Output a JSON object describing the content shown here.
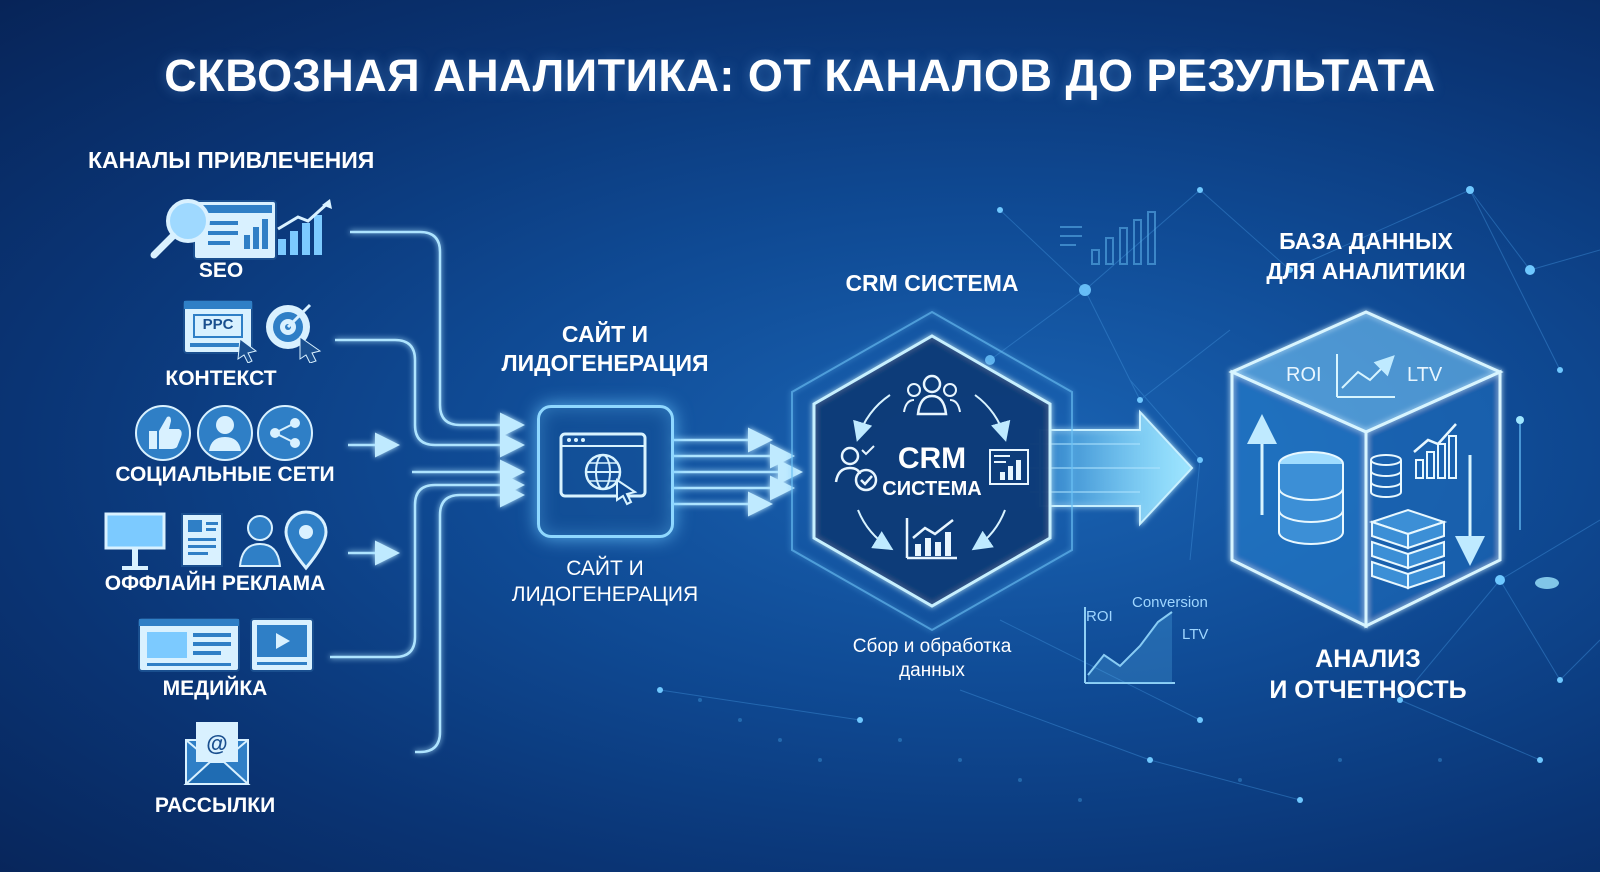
{
  "title": "СКВОЗНАЯ АНАЛИТИКА: ОТ КАНАЛОВ ДО РЕЗУЛЬТАТА",
  "channels": {
    "heading": "КАНАЛЫ ПРИВЛЕЧЕНИЯ",
    "items": [
      {
        "label": "SEO",
        "icons": [
          "magnifier-icon",
          "webpage-icon",
          "bar-chart-rising-icon"
        ]
      },
      {
        "label": "КОНТЕКСТ",
        "badge": "PPC",
        "icons": [
          "ppc-screen-icon",
          "target-icon"
        ]
      },
      {
        "label": "СОЦИАЛЬНЫЕ СЕТИ",
        "icons": [
          "thumbs-up-icon",
          "user-icon",
          "share-icon"
        ]
      },
      {
        "label": "ОФФЛАЙН РЕКЛАМА",
        "icons": [
          "billboard-icon",
          "flyer-icon",
          "person-icon",
          "location-pin-icon"
        ]
      },
      {
        "label": "МЕДИЙКА",
        "icons": [
          "banner-icon",
          "video-player-icon"
        ]
      },
      {
        "label": "РАССЫЛКИ",
        "icons": [
          "email-envelope-icon"
        ]
      }
    ]
  },
  "site": {
    "label_top_line1": "САЙТ И",
    "label_top_line2": "ЛИДОГЕНЕРАЦИЯ",
    "label_bottom_line1": "САЙТ И",
    "label_bottom_line2": "ЛИДОГЕНЕРАЦИЯ",
    "icon": "browser-globe-icon"
  },
  "crm": {
    "label_top": "CRM СИСТЕМА",
    "center_line1": "CRM",
    "center_line2": "СИСТЕМА",
    "caption_line1": "Сбор и обработка",
    "caption_line2": "данных",
    "icons": [
      "team-icon",
      "checked-user-icon",
      "report-chart-icon",
      "growth-chart-icon"
    ]
  },
  "database": {
    "label_line1": "БАЗА ДАННЫХ",
    "label_line2": "ДЛЯ АНАЛИТИКИ",
    "cube_left": "ROI",
    "cube_right": "LTV",
    "icons": [
      "database-icon",
      "server-rack-icon",
      "bar-chart-rising-icon"
    ]
  },
  "mini_chart": {
    "labels": [
      "ROI",
      "Conversion",
      "LTV"
    ]
  },
  "result": {
    "line1": "АНАЛИЗ",
    "line2": "И ОТЧЕТНОСТЬ"
  },
  "colors": {
    "background": "#0f4a94",
    "glow": "#8fd8ff",
    "accent": "#4cc3ff"
  }
}
